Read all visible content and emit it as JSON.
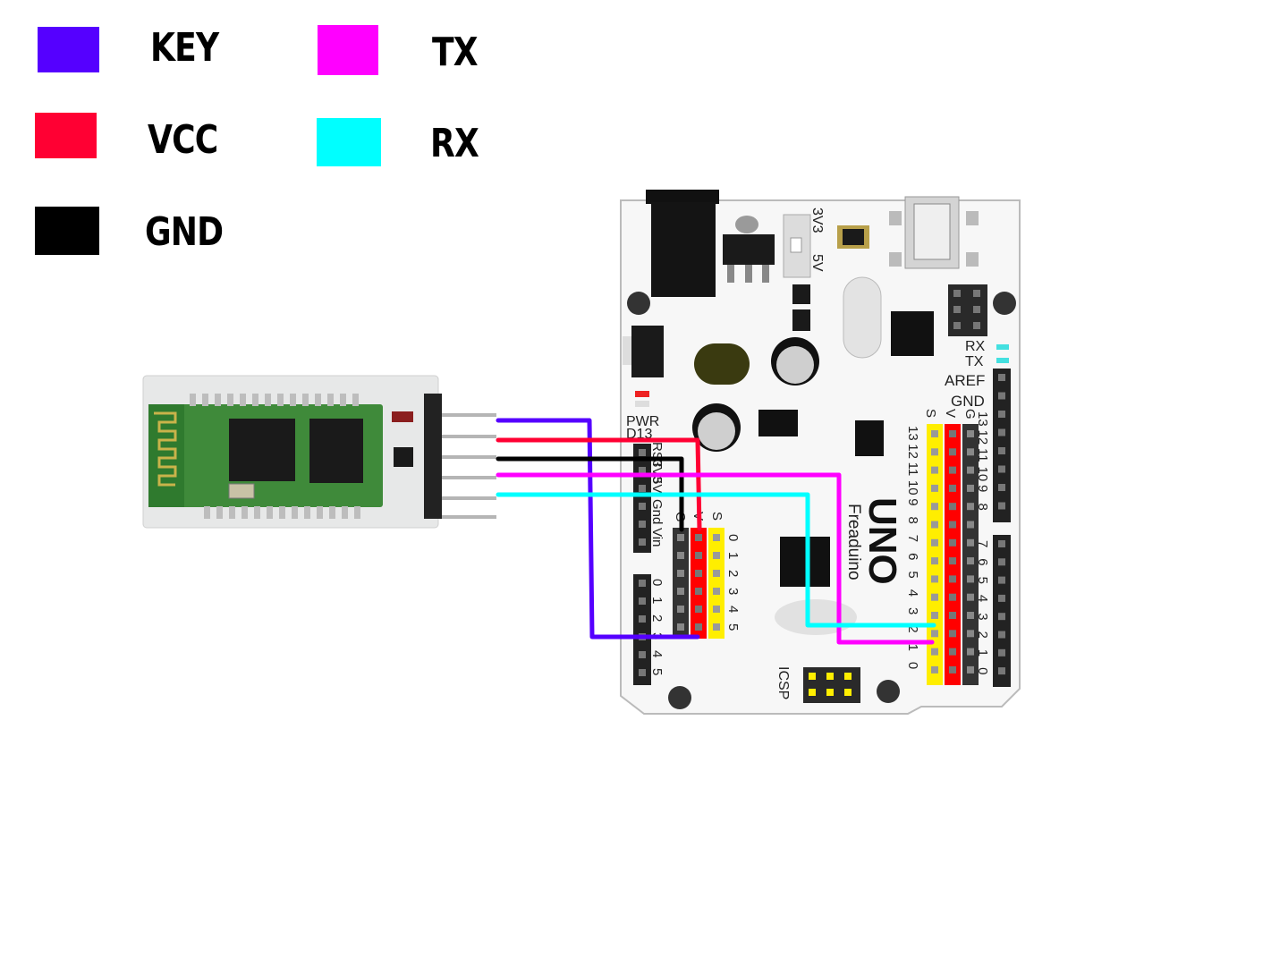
{
  "legend": {
    "key": {
      "label": "KEY",
      "color": "#5500ff"
    },
    "vcc": {
      "label": "VCC",
      "color": "#ff0033"
    },
    "gnd": {
      "label": "GND",
      "color": "#000000"
    },
    "tx": {
      "label": "TX",
      "color": "#ff00ff"
    },
    "rx": {
      "label": "RX",
      "color": "#00ffff"
    }
  },
  "board": {
    "brand_large": "UNO",
    "brand_small": "Freaduino",
    "switch_3v3": "3V3",
    "switch_5v": "5V",
    "led_rx": "RX",
    "led_tx": "TX",
    "aref": "AREF",
    "gnd": "GND",
    "pwr": "PWR",
    "d13": "D13",
    "icsp": "ICSP",
    "power_pins": [
      "RST",
      "3V3",
      "5V",
      "Gnd",
      "Vin"
    ],
    "analog_pins": [
      "0",
      "1",
      "2",
      "3",
      "4",
      "5"
    ],
    "analog_sensor_header": [
      "S",
      "V",
      "G"
    ],
    "analog_sensor_numbers": [
      "0",
      "1",
      "2",
      "3",
      "4",
      "5"
    ],
    "digital_header": [
      "S",
      "V",
      "G"
    ],
    "digital_upper": [
      "13",
      "12",
      "11",
      "10",
      "9",
      "8"
    ],
    "digital_lower": [
      "7",
      "6",
      "5",
      "4",
      "3",
      "2",
      "1",
      "0"
    ]
  },
  "colors": {
    "yellow_header": "#ffee00",
    "red_header": "#ff0000",
    "dark_header": "#333333",
    "board_fill": "#f7f7f7"
  }
}
